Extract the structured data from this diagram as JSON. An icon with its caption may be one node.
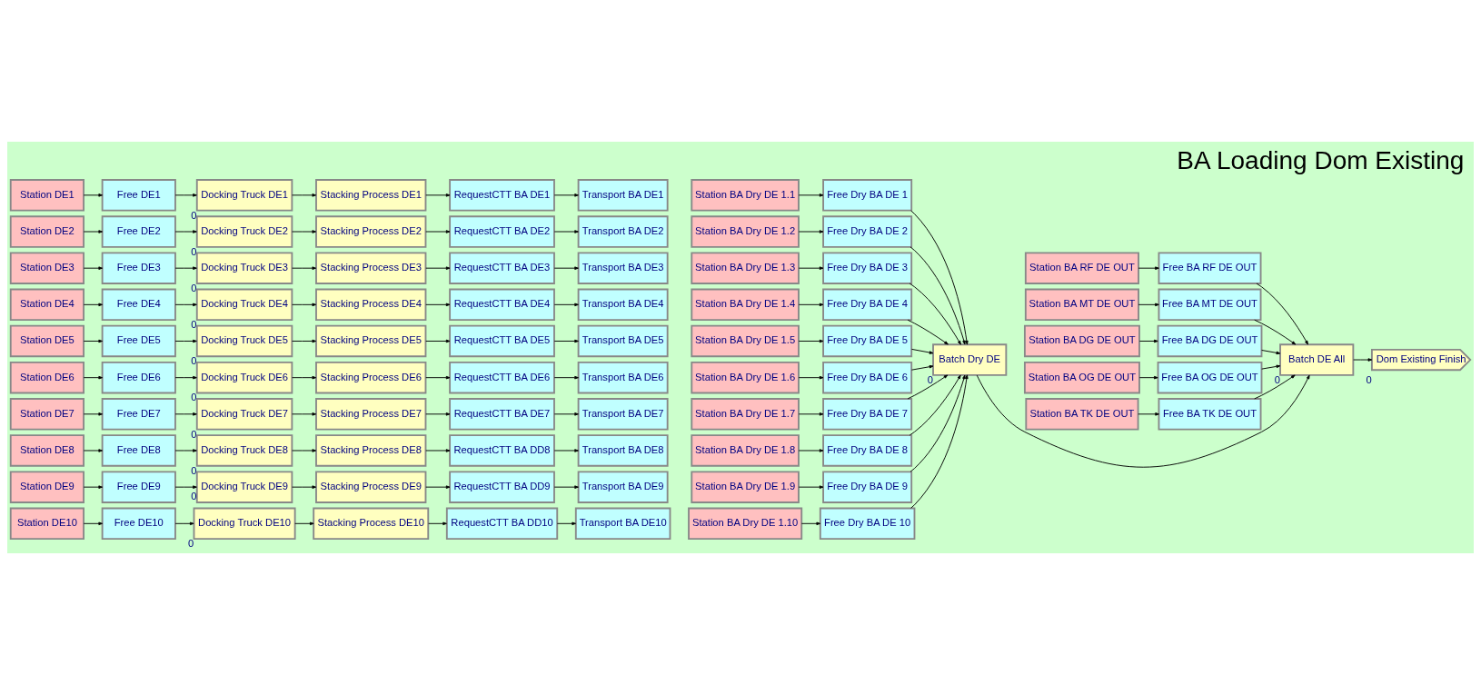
{
  "diagram": {
    "title": "BA Loading Dom Existing",
    "nodes": [
      {
        "text": [
          "Station DE1"
        ]
      },
      {
        "text": [
          "Free DE1"
        ]
      },
      {
        "text": [
          "Docking Truck DE1"
        ],
        "beside": [
          "0"
        ]
      },
      {
        "text": [
          "Stacking Process DE1"
        ]
      },
      {
        "text": [
          "RequestCTT BA DE1"
        ]
      },
      {
        "text": [
          "Transport BA DE1"
        ]
      },
      {
        "text": [
          "Station DE2"
        ]
      },
      {
        "text": [
          "Free DE2"
        ]
      },
      {
        "text": [
          "Docking Truck DE2"
        ],
        "beside": [
          "0"
        ]
      },
      {
        "text": [
          "Stacking Process DE2"
        ]
      },
      {
        "text": [
          "RequestCTT BA DE2"
        ]
      },
      {
        "text": [
          "Transport BA DE2"
        ]
      },
      {
        "text": [
          "Station DE3"
        ]
      },
      {
        "text": [
          "Free DE3"
        ]
      },
      {
        "text": [
          "Docking Truck DE3"
        ],
        "beside": [
          "0"
        ]
      },
      {
        "text": [
          "Stacking Process DE3"
        ]
      },
      {
        "text": [
          "RequestCTT BA DE3"
        ]
      },
      {
        "text": [
          "Transport BA DE3"
        ]
      },
      {
        "text": [
          "Station DE4"
        ]
      },
      {
        "text": [
          "Free DE4"
        ]
      },
      {
        "text": [
          "Docking Truck DE4"
        ],
        "beside": [
          "0"
        ]
      },
      {
        "text": [
          "Stacking Process DE4"
        ]
      },
      {
        "text": [
          "RequestCTT BA DE4"
        ]
      },
      {
        "text": [
          "Transport BA DE4"
        ]
      },
      {
        "text": [
          "Station DE5"
        ]
      },
      {
        "text": [
          "Free DE5"
        ]
      },
      {
        "text": [
          "Docking Truck DE5"
        ],
        "beside": [
          "0"
        ]
      },
      {
        "text": [
          "Stacking Process DE5"
        ]
      },
      {
        "text": [
          "RequestCTT BA DE5"
        ]
      },
      {
        "text": [
          "Transport BA DE5"
        ]
      },
      {
        "text": [
          "Station DE6"
        ]
      },
      {
        "text": [
          "Free DE6"
        ]
      },
      {
        "text": [
          "Docking Truck DE6"
        ],
        "beside": [
          "0"
        ]
      },
      {
        "text": [
          "Stacking Process DE6"
        ]
      },
      {
        "text": [
          "RequestCTT BA DE6"
        ]
      },
      {
        "text": [
          "Transport BA DE6"
        ]
      },
      {
        "text": [
          "Station DE7"
        ]
      },
      {
        "text": [
          "Free DE7"
        ]
      },
      {
        "text": [
          "Docking Truck DE7"
        ],
        "beside": [
          "0"
        ]
      },
      {
        "text": [
          "Stacking Process DE7"
        ]
      },
      {
        "text": [
          "RequestCTT BA DE7"
        ]
      },
      {
        "text": [
          "Transport BA DE7"
        ]
      },
      {
        "text": [
          "Station DE8"
        ]
      },
      {
        "text": [
          "Free DE8"
        ]
      },
      {
        "text": [
          "Docking Truck DE8"
        ],
        "beside": [
          "0"
        ]
      },
      {
        "text": [
          "Stacking Process DE8"
        ]
      },
      {
        "text": [
          "RequestCTT BA DD8"
        ]
      },
      {
        "text": [
          "Transport BA DE8"
        ]
      },
      {
        "text": [
          "Station DE9"
        ]
      },
      {
        "text": [
          "Free DE9"
        ]
      },
      {
        "text": [
          "Docking Truck DE9"
        ],
        "beside": [
          "0"
        ]
      },
      {
        "text": [
          "Stacking Process DE9"
        ]
      },
      {
        "text": [
          "RequestCTT BA DD9"
        ]
      },
      {
        "text": [
          "Transport BA DE9"
        ]
      },
      {
        "text": [
          "Station DE10"
        ]
      },
      {
        "text": [
          "Free DE10"
        ]
      },
      {
        "text": [
          "Docking Truck DE10"
        ],
        "beside": [
          "0"
        ]
      },
      {
        "text": [
          "Stacking Process DE10"
        ]
      },
      {
        "text": [
          "RequestCTT BA DD10"
        ]
      },
      {
        "text": [
          "Transport BA DE10"
        ]
      },
      {
        "text": [
          "Station BA Dry DE 1.1"
        ]
      },
      {
        "text": [
          "Free Dry BA DE 1"
        ]
      },
      {
        "text": [
          "Station BA Dry DE 1.2"
        ]
      },
      {
        "text": [
          "Free Dry BA DE 2"
        ]
      },
      {
        "text": [
          "Station BA Dry DE 1.3"
        ]
      },
      {
        "text": [
          "Free Dry BA DE 3"
        ]
      },
      {
        "text": [
          "Station BA Dry DE 1.4"
        ]
      },
      {
        "text": [
          "Free Dry BA DE 4"
        ]
      },
      {
        "text": [
          "Station BA Dry DE 1.5"
        ]
      },
      {
        "text": [
          "Free Dry BA DE 5"
        ]
      },
      {
        "text": [
          "Station BA Dry DE 1.6"
        ]
      },
      {
        "text": [
          "Free Dry BA DE 6"
        ]
      },
      {
        "text": [
          "Station BA Dry DE 1.7"
        ]
      },
      {
        "text": [
          "Free Dry BA DE 7"
        ]
      },
      {
        "text": [
          "Station BA Dry DE 1.8"
        ]
      },
      {
        "text": [
          "Free Dry BA DE 8"
        ]
      },
      {
        "text": [
          "Station BA Dry DE 1.9"
        ]
      },
      {
        "text": [
          "Free Dry BA DE 9"
        ]
      },
      {
        "text": [
          "Station BA Dry DE 1.10"
        ]
      },
      {
        "text": [
          "Free Dry BA DE 10"
        ]
      },
      {
        "text": [
          "Batch Dry DE"
        ],
        "beside": [
          "0"
        ]
      },
      {
        "text": [
          "Station BA RF DE OUT"
        ]
      },
      {
        "text": [
          "Free BA RF DE OUT"
        ]
      },
      {
        "text": [
          "Station BA MT DE OUT"
        ]
      },
      {
        "text": [
          "Free BA MT DE OUT"
        ]
      },
      {
        "text": [
          "Station BA DG DE OUT"
        ]
      },
      {
        "text": [
          "Free BA DG DE OUT"
        ]
      },
      {
        "text": [
          "Station BA OG DE OUT"
        ]
      },
      {
        "text": [
          "Free BA OG DE OUT"
        ]
      },
      {
        "text": [
          "Station BA TK DE OUT"
        ]
      },
      {
        "text": [
          "Free BA TK DE OUT"
        ]
      },
      {
        "text": [
          "Batch DE All"
        ],
        "beside": [
          "0"
        ]
      },
      {
        "text": [
          "Dom Existing Finish"
        ],
        "beside": [
          "0"
        ]
      }
    ],
    "edges": [
      {
        "from": 0,
        "to": 1,
        "arrow": "to"
      },
      {
        "from": 1,
        "to": 2,
        "arrow": "to"
      },
      {
        "from": 2,
        "to": 3,
        "arrow": "to"
      },
      {
        "from": 3,
        "to": 4,
        "arrow": "to"
      },
      {
        "from": 4,
        "to": 5,
        "arrow": "to"
      },
      {
        "from": 6,
        "to": 7,
        "arrow": "to"
      },
      {
        "from": 7,
        "to": 8,
        "arrow": "to"
      },
      {
        "from": 8,
        "to": 9,
        "arrow": "to"
      },
      {
        "from": 9,
        "to": 10,
        "arrow": "to"
      },
      {
        "from": 10,
        "to": 11,
        "arrow": "to"
      },
      {
        "from": 12,
        "to": 13,
        "arrow": "to"
      },
      {
        "from": 13,
        "to": 14,
        "arrow": "to"
      },
      {
        "from": 14,
        "to": 15,
        "arrow": "to"
      },
      {
        "from": 15,
        "to": 16,
        "arrow": "to"
      },
      {
        "from": 16,
        "to": 17,
        "arrow": "to"
      },
      {
        "from": 18,
        "to": 19,
        "arrow": "to"
      },
      {
        "from": 19,
        "to": 20,
        "arrow": "to"
      },
      {
        "from": 20,
        "to": 21,
        "arrow": "to"
      },
      {
        "from": 21,
        "to": 22,
        "arrow": "to"
      },
      {
        "from": 22,
        "to": 23,
        "arrow": "to"
      },
      {
        "from": 24,
        "to": 25,
        "arrow": "to"
      },
      {
        "from": 25,
        "to": 26,
        "arrow": "to"
      },
      {
        "from": 26,
        "to": 27,
        "arrow": "to"
      },
      {
        "from": 27,
        "to": 28,
        "arrow": "to"
      },
      {
        "from": 28,
        "to": 29,
        "arrow": "to"
      },
      {
        "from": 30,
        "to": 31,
        "arrow": "to"
      },
      {
        "from": 31,
        "to": 32,
        "arrow": "to"
      },
      {
        "from": 32,
        "to": 33,
        "arrow": "to"
      },
      {
        "from": 33,
        "to": 34,
        "arrow": "to"
      },
      {
        "from": 34,
        "to": 35,
        "arrow": "to"
      },
      {
        "from": 36,
        "to": 37,
        "arrow": "to"
      },
      {
        "from": 37,
        "to": 38,
        "arrow": "to"
      },
      {
        "from": 38,
        "to": 39,
        "arrow": "to"
      },
      {
        "from": 39,
        "to": 40,
        "arrow": "to"
      },
      {
        "from": 40,
        "to": 41,
        "arrow": "to"
      },
      {
        "from": 42,
        "to": 43,
        "arrow": "to"
      },
      {
        "from": 43,
        "to": 44,
        "arrow": "to"
      },
      {
        "from": 44,
        "to": 45,
        "arrow": "to"
      },
      {
        "from": 45,
        "to": 46,
        "arrow": "to"
      },
      {
        "from": 46,
        "to": 47,
        "arrow": "to"
      },
      {
        "from": 48,
        "to": 49,
        "arrow": "to"
      },
      {
        "from": 49,
        "to": 50,
        "arrow": "to"
      },
      {
        "from": 50,
        "to": 51,
        "arrow": "to"
      },
      {
        "from": 51,
        "to": 52,
        "arrow": "to"
      },
      {
        "from": 52,
        "to": 53,
        "arrow": "to"
      },
      {
        "from": 54,
        "to": 55,
        "arrow": "to"
      },
      {
        "from": 55,
        "to": 56,
        "arrow": "to"
      },
      {
        "from": 56,
        "to": 57,
        "arrow": "to"
      },
      {
        "from": 57,
        "to": 58,
        "arrow": "to"
      },
      {
        "from": 58,
        "to": 59,
        "arrow": "to"
      },
      {
        "from": 60,
        "to": 61,
        "arrow": "to"
      },
      {
        "from": 62,
        "to": 63,
        "arrow": "to"
      },
      {
        "from": 64,
        "to": 65,
        "arrow": "to"
      },
      {
        "from": 66,
        "to": 67,
        "arrow": "to"
      },
      {
        "from": 68,
        "to": 69,
        "arrow": "to"
      },
      {
        "from": 70,
        "to": 71,
        "arrow": "to"
      },
      {
        "from": 72,
        "to": 73,
        "arrow": "to"
      },
      {
        "from": 74,
        "to": 75,
        "arrow": "to"
      },
      {
        "from": 76,
        "to": 77,
        "arrow": "to"
      },
      {
        "from": 78,
        "to": 79,
        "arrow": "to"
      },
      {
        "from": 61,
        "to": 80,
        "arrow": "to"
      },
      {
        "from": 63,
        "to": 80,
        "arrow": "to"
      },
      {
        "from": 65,
        "to": 80,
        "arrow": "to"
      },
      {
        "from": 67,
        "to": 80,
        "arrow": "to"
      },
      {
        "from": 69,
        "to": 80,
        "arrow": "to"
      },
      {
        "from": 71,
        "to": 80,
        "arrow": "to"
      },
      {
        "from": 73,
        "to": 80,
        "arrow": "to"
      },
      {
        "from": 75,
        "to": 80,
        "arrow": "to"
      },
      {
        "from": 77,
        "to": 80,
        "arrow": "to"
      },
      {
        "from": 79,
        "to": 80,
        "arrow": "to"
      },
      {
        "from": 80,
        "to": 91,
        "arrow": "to"
      },
      {
        "from": 81,
        "to": 82,
        "arrow": "to"
      },
      {
        "from": 83,
        "to": 84,
        "arrow": "to"
      },
      {
        "from": 85,
        "to": 86,
        "arrow": "to"
      },
      {
        "from": 87,
        "to": 88,
        "arrow": "to"
      },
      {
        "from": 89,
        "to": 90,
        "arrow": "to"
      },
      {
        "from": 82,
        "to": 91,
        "arrow": "to"
      },
      {
        "from": 84,
        "to": 91,
        "arrow": "to"
      },
      {
        "from": 86,
        "to": 91,
        "arrow": "to"
      },
      {
        "from": 88,
        "to": 91,
        "arrow": "to"
      },
      {
        "from": 90,
        "to": 91,
        "arrow": "to"
      },
      {
        "from": 91,
        "to": 92,
        "arrow": "to"
      }
    ]
  }
}
